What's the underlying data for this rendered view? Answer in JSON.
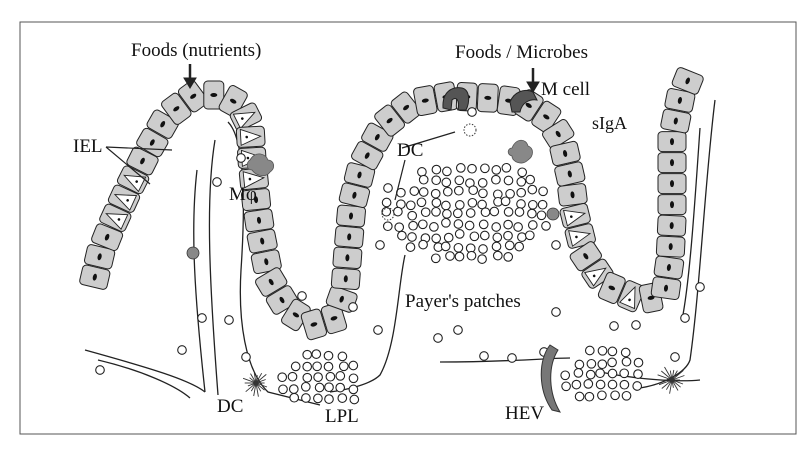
{
  "diagram": {
    "labels": {
      "foods_nutrients": "Foods (nutrients)",
      "foods_microbes": "Foods / Microbes",
      "m_cell": "M cell",
      "siga": "sIgA",
      "iel": "IEL",
      "dc_top": "DC",
      "macrophage": "Mφ",
      "payers_patches": "Payer's patches",
      "dc_bottom": "DC",
      "lpl": "LPL",
      "hev": "HEV"
    },
    "colors": {
      "epithelium_fill": "#cdcdcd",
      "outline": "#222222",
      "m_cell": "#555555",
      "macrophage": "#888888",
      "hev": "#777777"
    }
  }
}
